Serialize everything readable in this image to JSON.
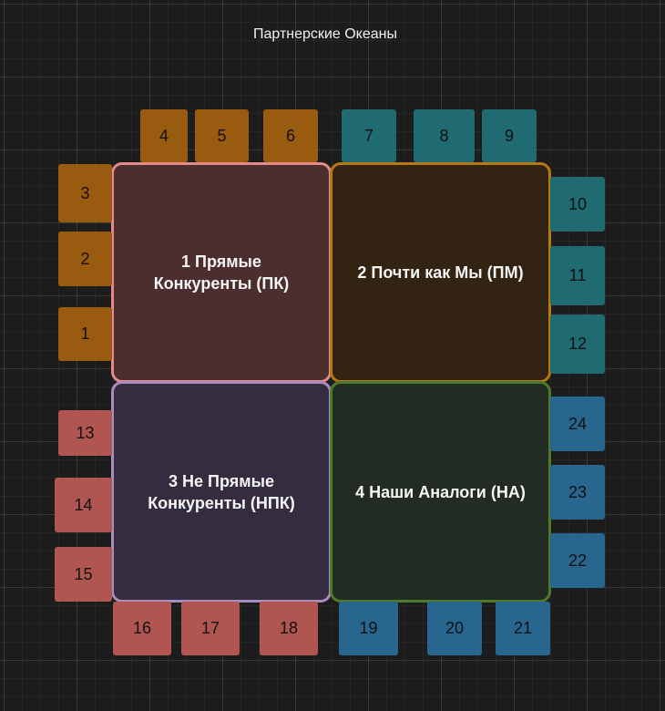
{
  "title": "Партнерские Океаны",
  "quadrants": [
    {
      "label": "1 Прямые Конкуренты (ПК)",
      "fill": "#4b2e2d",
      "border": "#e58a8a"
    },
    {
      "label": "2 Почти как Мы (ПМ)",
      "fill": "#332312",
      "border": "#b77811"
    },
    {
      "label": "3 Не Прямые Конкуренты (НПК)",
      "fill": "#342d3f",
      "border": "#a98bbf"
    },
    {
      "label": "4 Наши Аналоги (НА)",
      "fill": "#232c22",
      "border": "#4e7a2b"
    }
  ],
  "tile_colors": {
    "orange": "#995b0f",
    "teal": "#1f6b71",
    "coral": "#b0554f",
    "blue": "#286690"
  },
  "tiles": {
    "t1": "1",
    "t2": "2",
    "t3": "3",
    "t4": "4",
    "t5": "5",
    "t6": "6",
    "t7": "7",
    "t8": "8",
    "t9": "9",
    "t10": "10",
    "t11": "11",
    "t12": "12",
    "t13": "13",
    "t14": "14",
    "t15": "15",
    "t16": "16",
    "t17": "17",
    "t18": "18",
    "t19": "19",
    "t20": "20",
    "t21": "21",
    "t22": "22",
    "t23": "23",
    "t24": "24"
  }
}
